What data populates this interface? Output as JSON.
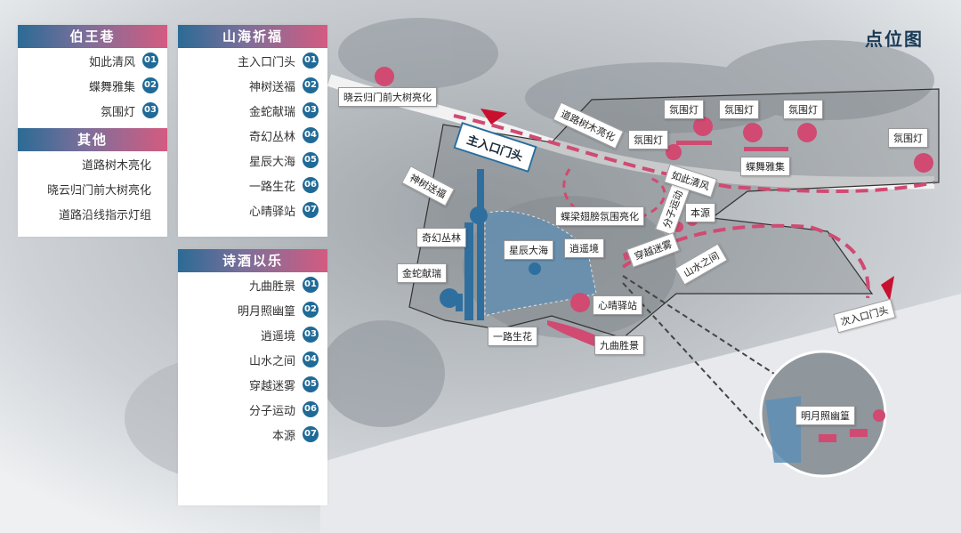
{
  "title": "点位图",
  "panels": {
    "boutique": {
      "header": "伯王巷",
      "items": [
        {
          "num": "01",
          "text": "如此清风"
        },
        {
          "num": "02",
          "text": "蝶舞雅集"
        },
        {
          "num": "03",
          "text": "氛围灯"
        }
      ]
    },
    "other": {
      "header": "其他",
      "items": [
        {
          "text": "道路树木亮化"
        },
        {
          "text": "晓云归门前大树亮化"
        },
        {
          "text": "道路沿线指示灯组"
        }
      ]
    },
    "mountain_sea": {
      "header": "山海祈福",
      "items": [
        {
          "num": "01",
          "text": "主入口门头"
        },
        {
          "num": "02",
          "text": "神树送福"
        },
        {
          "num": "03",
          "text": "金蛇献瑞"
        },
        {
          "num": "04",
          "text": "奇幻丛林"
        },
        {
          "num": "05",
          "text": "星辰大海"
        },
        {
          "num": "06",
          "text": "一路生花"
        },
        {
          "num": "07",
          "text": "心晴驿站"
        }
      ]
    },
    "poetry": {
      "header": "诗酒以乐",
      "items": [
        {
          "num": "01",
          "text": "九曲胜景"
        },
        {
          "num": "02",
          "text": "明月照幽篁"
        },
        {
          "num": "03",
          "text": "逍遥境"
        },
        {
          "num": "04",
          "text": "山水之间"
        },
        {
          "num": "05",
          "text": "穿越迷雾"
        },
        {
          "num": "06",
          "text": "分子运动"
        },
        {
          "num": "07",
          "text": "本源"
        }
      ]
    }
  },
  "map_labels": {
    "xiaoyun": "晓云归门前大树亮化",
    "road_trees": "道路树木亮化",
    "main_entry": "主入口门头",
    "shenshu": "神树送福",
    "qihuan": "奇幻丛林",
    "jinshe": "金蛇献瑞",
    "xingchen": "星辰大海",
    "xiaoyao": "逍遥境",
    "xinqing": "心晴驿站",
    "yilu": "一路生花",
    "jiuqu": "九曲胜景",
    "dieling": "蝶梁翅膀氛围亮化",
    "fenzi": "分子运动",
    "chuanyue": "穿越迷雾",
    "benyuan": "本源",
    "shanshui": "山水之间",
    "ruci": "如此清风",
    "diewu": "蝶舞雅集",
    "ambient_1": "氛围灯",
    "ambient_2": "氛围灯",
    "ambient_3": "氛围灯",
    "ambient_4": "氛围灯",
    "ambient_5": "氛围灯",
    "secondary_entry": "次入口门头",
    "mingyue": "明月照幽篁"
  }
}
